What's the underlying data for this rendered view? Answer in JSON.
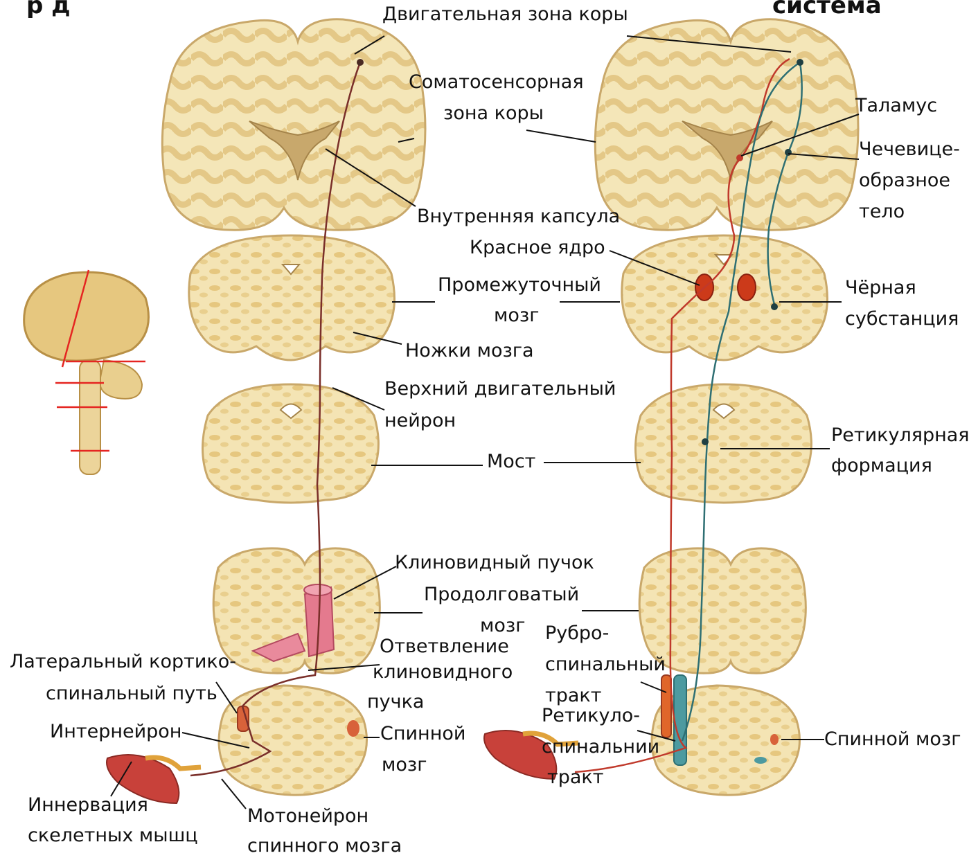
{
  "titles": {
    "left_partial": "р   д",
    "right_partial": "система"
  },
  "labels": {
    "motor_cortex": "Двигательная зона коры",
    "somatosensory_1": "Соматосенсорная",
    "somatosensory_2": "зона коры",
    "thalamus": "Таламус",
    "lentiform_1": "Чечевице-",
    "lentiform_2": "образное",
    "lentiform_3": "тело",
    "internal_capsule": "Внутренняя капсула",
    "red_nucleus": "Красное ядро",
    "diencephalon_1": "Промежуточный",
    "diencephalon_2": "мозг",
    "substantia_1": "Чёрная",
    "substantia_2": "субстанция",
    "cerebral_peduncles": "Ножки мозга",
    "upper_motor_1": "Верхний двигательный",
    "upper_motor_2": "нейрон",
    "reticular_1": "Ретикулярная",
    "reticular_2": "формация",
    "pons": "Мост",
    "cuneate": "Клиновидный пучок",
    "medulla_1": "Продолговатый",
    "medulla_2": "мозг",
    "rubro_1": "Рубро-",
    "rubro_2": "спинальный",
    "rubro_3": "тракт",
    "branch_1": "Ответвление",
    "branch_2": "клиновидного",
    "branch_3": "пучка",
    "lateral_1": "Латеральный кортико-",
    "lateral_2": "спинальный путь",
    "interneuron": "Интернейрон",
    "reticulo_1": "Ретикуло-",
    "reticulo_2": "спинальнии",
    "reticulo_3": "тракт",
    "spinal_left_1": "Спинной",
    "spinal_left_2": "мозг",
    "spinal_right": "Спинной мозг",
    "innervation_1": "Иннервация",
    "innervation_2": "скелетных мышц",
    "motoneuron_1": "Мотонейрон",
    "motoneuron_2": "спинного мозга"
  },
  "colors": {
    "tissue": "#f3e3b2",
    "tissue_dark": "#e2c47c",
    "outline": "#c9a86a",
    "pyramidal_path": "#7a2f2a",
    "rubro_path": "#c0392b",
    "reticulo_path": "#2e6f73",
    "muscle": "#c8413a",
    "locator_line": "#e52521"
  }
}
